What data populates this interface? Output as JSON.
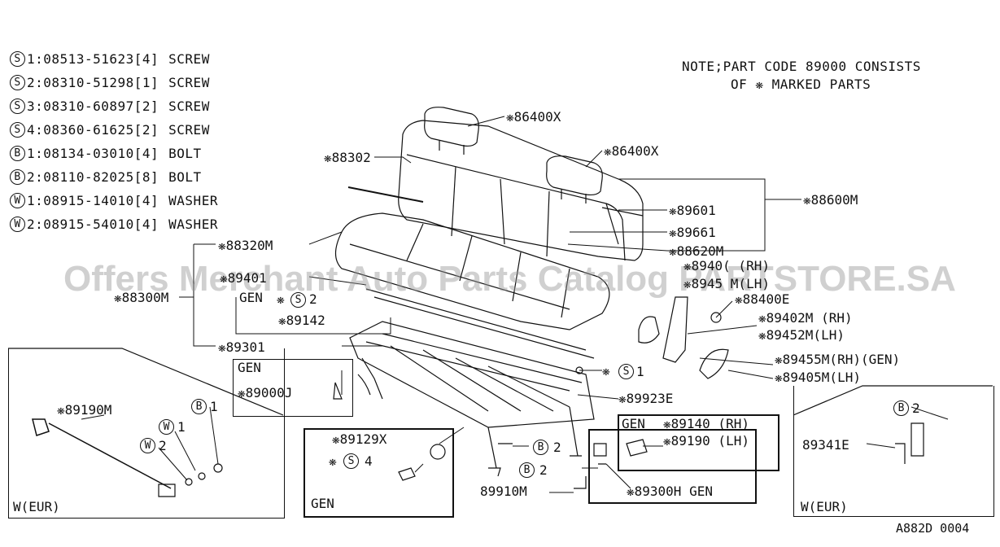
{
  "legend": [
    {
      "symbol": "S",
      "num": "1",
      "part": "08513-51623",
      "qty": "[4]",
      "name": "SCREW"
    },
    {
      "symbol": "S",
      "num": "2",
      "part": "08310-51298",
      "qty": "[1]",
      "name": "SCREW"
    },
    {
      "symbol": "S",
      "num": "3",
      "part": "08310-60897",
      "qty": "[2]",
      "name": "SCREW"
    },
    {
      "symbol": "S",
      "num": "4",
      "part": "08360-61625",
      "qty": "[2]",
      "name": "SCREW"
    },
    {
      "symbol": "B",
      "num": "1",
      "part": "08134-03010",
      "qty": "[4]",
      "name": "BOLT"
    },
    {
      "symbol": "B",
      "num": "2",
      "part": "08110-82025",
      "qty": "[8]",
      "name": "BOLT"
    },
    {
      "symbol": "W",
      "num": "1",
      "part": "08915-14010",
      "qty": "[4]",
      "name": "WASHER"
    },
    {
      "symbol": "W",
      "num": "2",
      "part": "08915-54010",
      "qty": "[4]",
      "name": "WASHER"
    }
  ],
  "note": {
    "line1": "NOTE;PART CODE 89000 CONSISTS",
    "line2": "OF ❋ MARKED PARTS"
  },
  "watermark": "Offers Merchant Auto Parts Catalog PARTSTORE.SA",
  "labels": {
    "p86400x_a": "❋86400X",
    "p86400x_b": "❋86400X",
    "p88302": "❋88302",
    "p88600m": "❋88600M",
    "p89601": "❋89601",
    "p89661": "❋89661",
    "p88620m": "❋88620M",
    "p88320m": "❋88320M",
    "p89401": "❋89401",
    "p88300m": "❋88300M",
    "gen1": "GEN",
    "s2": "❋",
    "s2b": "2",
    "p89142": "❋89142",
    "p89301": "❋89301",
    "p88400e": "❋88400E",
    "p89402m": "❋89402M (RH)",
    "p89452m": "❋89452M(LH)",
    "p89455m": "❋89455M(RH)(GEN)",
    "p89405m": "❋89405M(LH)",
    "s1lbl": "❋",
    "s1num": "1",
    "p89923e": "❋89923E",
    "p89406": "❋8940( (RH)",
    "p89456": "❋8945 M(LH)",
    "gen2": "GEN",
    "p89000j": "❋89000J",
    "p89129x": "❋89129X",
    "s4": "❋",
    "s4num": "4",
    "gen3": "GEN",
    "b2a": "2",
    "b2b": "2",
    "p89910m": "89910M",
    "p89300h": "❋89300H GEN",
    "gen4": "GEN",
    "p89140": "❋89140 (RH)",
    "p89190lh": "❋89190 (LH)",
    "p89190m": "❋89190M",
    "b1": "1",
    "w1": "1",
    "w2": "2",
    "weur1": "W(EUR)",
    "b2c": "2",
    "p89341e": "89341E",
    "weur2": "W(EUR)",
    "code": "A882D 0004"
  }
}
